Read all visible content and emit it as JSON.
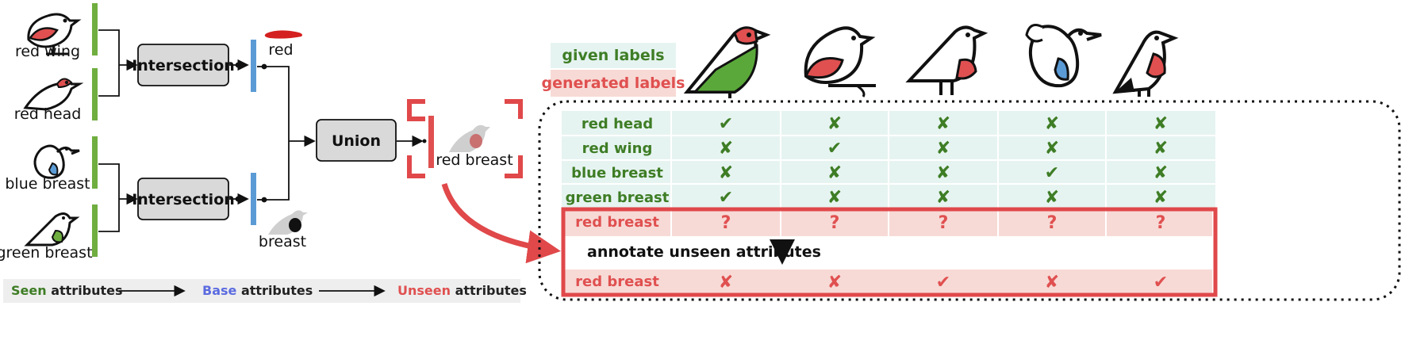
{
  "colors": {
    "green": "#3e7d25",
    "green_bar": "#6fae3f",
    "blue_bar": "#5b9bd5",
    "red": "#e05050",
    "red_frame": "#e0484a",
    "base_blue": "#5b6be0",
    "given_bg": "#e6f4f1",
    "generated_bg": "#f7dad6",
    "box_fill": "#d9d9d9",
    "legend_bg": "#eeeeee"
  },
  "left": {
    "birds": [
      "red wing",
      "red head",
      "blue breast",
      "green breast"
    ],
    "operations": {
      "intersection_top": "Intersection",
      "intersection_bottom": "Intersection",
      "union": "Union"
    },
    "base_labels": {
      "top": "red",
      "bottom": "breast"
    },
    "result_label": "red breast"
  },
  "legend": {
    "seen_word": "Seen",
    "base_word": "Base",
    "unseen_word": "Unseen",
    "suffix": "attributes"
  },
  "key": {
    "given": "given labels",
    "generated": "generated labels"
  },
  "table": {
    "given_rows": [
      {
        "label": "red head",
        "marks": [
          "✔",
          "✘",
          "✘",
          "✘",
          "✘"
        ]
      },
      {
        "label": "red wing",
        "marks": [
          "✘",
          "✔",
          "✘",
          "✘",
          "✘"
        ]
      },
      {
        "label": "blue breast",
        "marks": [
          "✘",
          "✘",
          "✘",
          "✔",
          "✘"
        ]
      },
      {
        "label": "green breast",
        "marks": [
          "✔",
          "✘",
          "✘",
          "✘",
          "✘"
        ]
      }
    ],
    "query_row": {
      "label": "red breast",
      "marks": [
        "?",
        "?",
        "?",
        "?",
        "?"
      ]
    },
    "annotate_text": "annotate unseen attributes",
    "answer_row": {
      "label": "red breast",
      "marks": [
        "✘",
        "✘",
        "✔",
        "✘",
        "✔"
      ]
    }
  },
  "icons": [
    "bird-red-head-green-wing-icon",
    "bird-red-wing-icon",
    "bird-red-breast-icon",
    "bird-blue-breast-icon",
    "bird-red-chest-icon"
  ]
}
